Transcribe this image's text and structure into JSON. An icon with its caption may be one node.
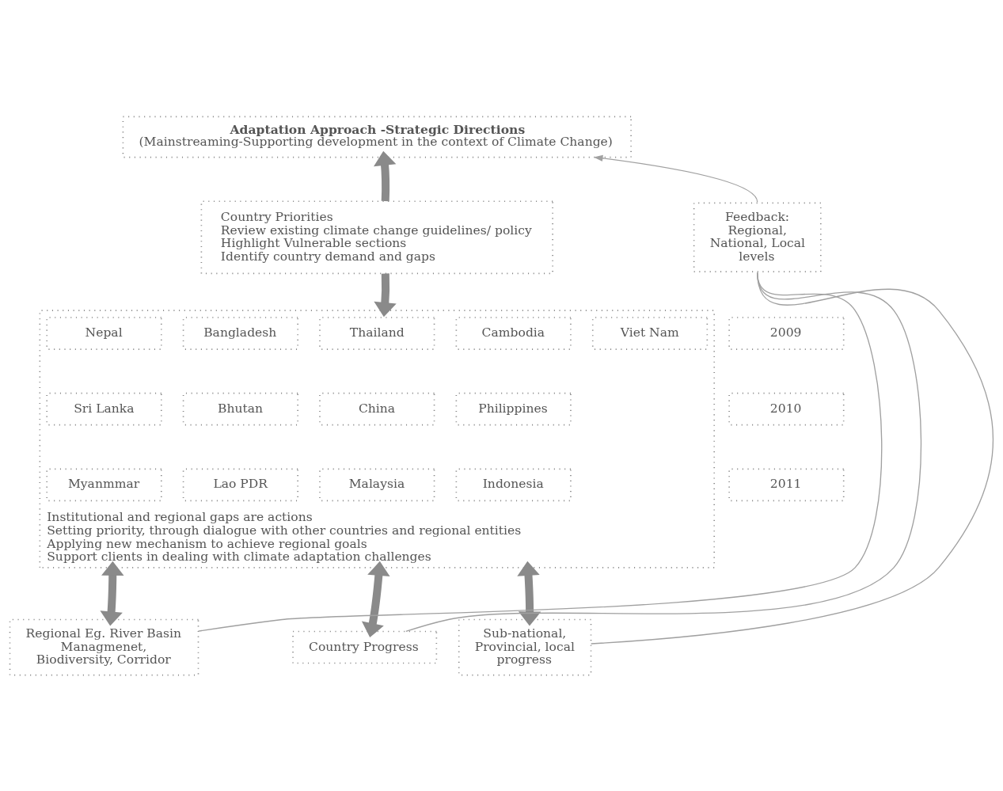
{
  "diagram": {
    "nodes": [
      {
        "text": [
          "Adaptation Approach -Strategic Directions",
          "(Mainstreaming-Supporting development in the context of Climate Change)"
        ]
      },
      {
        "text": [
          "Country Priorities",
          "Review existing climate change guidelines/ policy",
          "Highlight Vulnerable sections",
          "Identify country demand and gaps"
        ]
      },
      {
        "text": [
          "Feedback: Regional, National, Local levels"
        ]
      },
      {
        "text": [
          "Institutional and regional gaps are actions",
          "Setting priority, through dialogue with other countries and regional entities",
          "Applying new mechanism to achieve regional goals",
          "Support clients in dealing with climate adaptation challenges"
        ]
      },
      {
        "text": [
          "2009"
        ]
      },
      {
        "text": [
          "Nepal"
        ],
        "in": 3
      },
      {
        "text": [
          "Bangladesh"
        ],
        "in": 3
      },
      {
        "text": [
          "Thailand"
        ],
        "in": 3
      },
      {
        "text": [
          "Cambodia"
        ],
        "in": 3
      },
      {
        "text": [
          "Viet Nam"
        ],
        "in": 3
      },
      {
        "text": [
          "2010"
        ]
      },
      {
        "text": [
          "Sri Lanka"
        ],
        "in": 3
      },
      {
        "text": [
          "Bhutan"
        ],
        "in": 3
      },
      {
        "text": [
          "China"
        ],
        "in": 3
      },
      {
        "text": [
          "Philippines"
        ],
        "in": 3
      },
      {
        "text": [
          "2011"
        ]
      },
      {
        "text": [
          "Myanmmar"
        ],
        "in": 3
      },
      {
        "text": [
          "Lao PDR"
        ],
        "in": 3
      },
      {
        "text": [
          "Malaysia"
        ],
        "in": 3
      },
      {
        "text": [
          "Indonesia"
        ],
        "in": 3
      },
      {
        "text": [
          "Regional Eg. River Basin Managmenet, Biodiversity, Corridor"
        ]
      },
      {
        "text": [
          "Country Progress"
        ]
      },
      {
        "text": [
          "Sub-national, Provincial, local progress"
        ]
      }
    ],
    "edges": [
      {
        "from": 1,
        "to": 0,
        "arrow": "to"
      },
      {
        "from": 1,
        "to": 3,
        "arrow": "to"
      },
      {
        "from": 2,
        "to": 0,
        "arrow": "to",
        "color": "#a0a0a0"
      },
      {
        "from": 3,
        "to": 20,
        "arrow": "both"
      },
      {
        "from": 3,
        "to": 21,
        "arrow": "both"
      },
      {
        "from": 3,
        "to": 22,
        "arrow": "both"
      },
      {
        "from": 20,
        "to": 2,
        "arrow": "none",
        "color": "#a0a0a0"
      },
      {
        "from": 21,
        "to": 2,
        "arrow": "none",
        "color": "#a0a0a0"
      },
      {
        "from": 22,
        "to": 2,
        "arrow": "none",
        "color": "#a0a0a0"
      }
    ]
  }
}
